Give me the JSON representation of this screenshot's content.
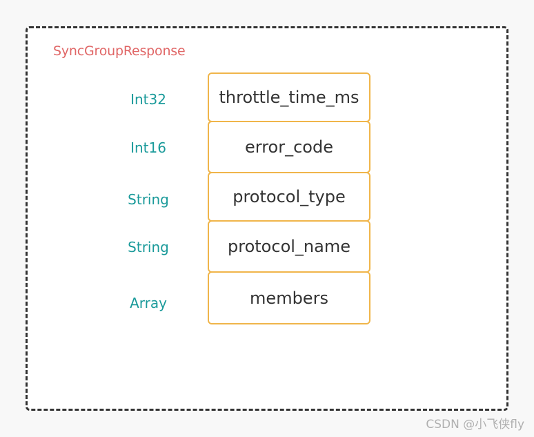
{
  "diagram": {
    "title": "SyncGroupResponse",
    "fields": [
      {
        "type": "Int32",
        "name": "throttle_time_ms"
      },
      {
        "type": "Int16",
        "name": "error_code"
      },
      {
        "type": "String",
        "name": "protocol_type"
      },
      {
        "type": "String",
        "name": "protocol_name"
      },
      {
        "type": "Array",
        "name": "members"
      }
    ],
    "watermark": "CSDN @小飞侠fly"
  },
  "colors": {
    "title": "#e06666",
    "type_label": "#1a9a9a",
    "box_border": "#f0b54a",
    "frame_border": "#333333"
  }
}
